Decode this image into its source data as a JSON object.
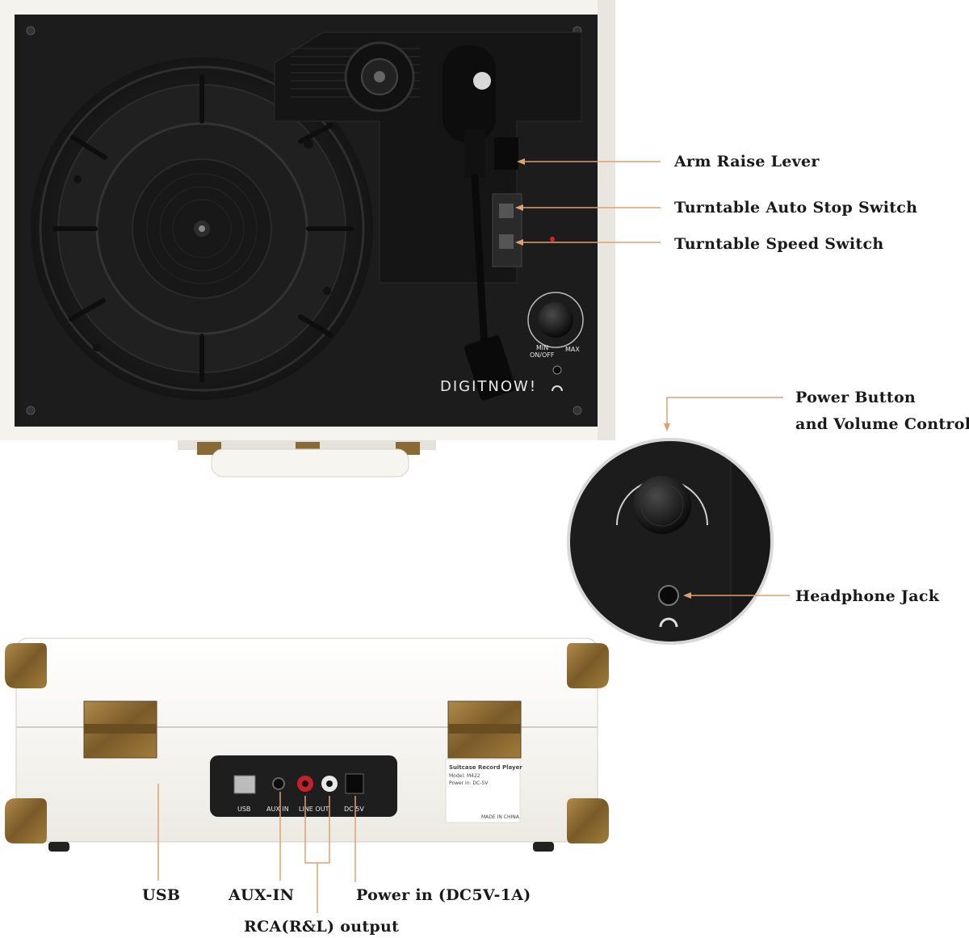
{
  "callouts": {
    "arm_raise_lever": "Arm Raise Lever",
    "auto_stop_switch": "Turntable Auto Stop Switch",
    "speed_switch": "Turntable Speed Switch",
    "power_volume_line1": "Power Button",
    "power_volume_line2": "and Volume Control",
    "headphone_jack": "Headphone Jack",
    "usb": "USB",
    "aux_in": "AUX-IN",
    "power_in": "Power in (DC5V-1A)",
    "rca_output": "RCA(R&L) output"
  },
  "top_panel": {
    "brand": "DIGITNOW!",
    "knob_min": "MIN",
    "knob_onoff": "ON/OFF",
    "knob_max": "MAX"
  },
  "back_panel": {
    "port_usb": "USB",
    "port_aux": "AUX IN",
    "port_line_out": "LINE OUT",
    "port_dc": "DC 5V",
    "sticker_title": "Suitcase Record Player",
    "sticker_model": "Model: M422",
    "sticker_power": "Power in: DC-5V",
    "sticker_made_in": "MADE IN CHINA"
  },
  "colors": {
    "callout_line": "#e0a070",
    "deck_black": "#1c1c1c",
    "case_white": "#f4f3ee",
    "brass": "#8a6a34",
    "rca_red": "#c8202a"
  }
}
